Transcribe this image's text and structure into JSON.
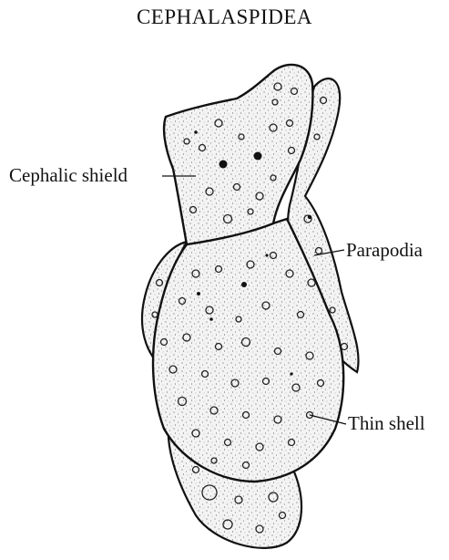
{
  "title": "CEPHALASPIDEA",
  "labels": {
    "cephalic_shield": "Cephalic shield",
    "parapodia": "Parapodia",
    "thin_shell": "Thin shell"
  },
  "colors": {
    "ink": "#111111",
    "body_fill": "#f3f3f3",
    "background": "#ffffff"
  }
}
